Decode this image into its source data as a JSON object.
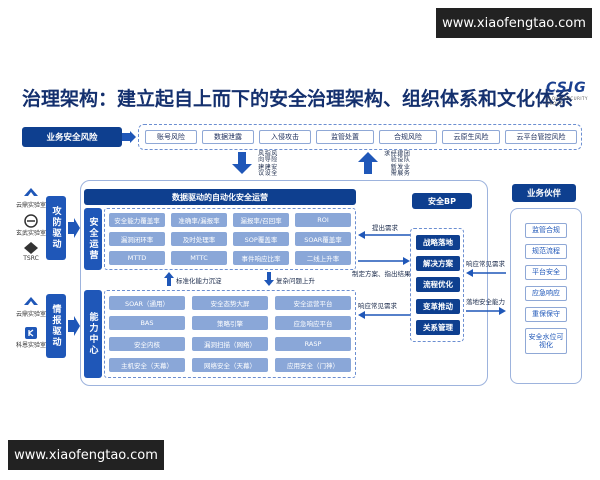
{
  "watermark_top": "www.xiaofengtao.com",
  "watermark_bottom": "www.xiaofengtao.com",
  "title": "治理架构：建立起自上而下的安全治理架构、组织体系和文化体系",
  "logo": {
    "text": "CSIG",
    "sub": "CLOUD SECURITY GROUP"
  },
  "risk": {
    "label": "业务安全风险",
    "items": [
      "账号风险",
      "数据泄露",
      "入侵攻击",
      "监管处置",
      "合规风险",
      "云原生风险",
      "云平台管控风险"
    ]
  },
  "arrows_top": {
    "down_note": "风险 安全 指导 建设 风向 建议",
    "up_note": "团队 业务 建设 发展 经验 新需求"
  },
  "labs": [
    {
      "name": "云鼎实验室",
      "icon": "cloud-lab-icon"
    },
    {
      "name": "玄武实验室",
      "icon": "xuanwu-lab-icon"
    },
    {
      "name": "TSRC",
      "icon": "tsrc-icon"
    },
    {
      "name": "云鼎实验室",
      "icon": "cloud-lab-icon"
    },
    {
      "name": "科恩实验室",
      "icon": "keen-lab-icon"
    }
  ],
  "drivers": {
    "attack": "攻防驱动",
    "intel": "情报驱动"
  },
  "data_driven": "数据驱动的自动化安全运营",
  "security_ops": {
    "label": "安全运营",
    "cells": [
      "安全能力覆盖率",
      "准确率/漏报率",
      "漏报率/召回率",
      "ROI",
      "漏洞闭环率",
      "及时处理率",
      "SOP覆盖率",
      "SOAR覆盖率",
      "MTTD",
      "MTTC",
      "事件响应比率",
      "二线上升率"
    ]
  },
  "mid_notes": {
    "left": "标准化能力沉淀",
    "right": "复杂问题上升"
  },
  "capability": {
    "label": "能力中心",
    "cells": [
      "SOAR（通用）",
      "安全态势大屏",
      "安全运营平台",
      "BAS",
      "策略引擎",
      "应急响应平台",
      "安全内核",
      "漏洞扫描（网络）",
      "RASP",
      "主机安全（天幕）",
      "网络安全（天幕）",
      "应用安全（门神）"
    ]
  },
  "bp": {
    "label": "安全BP",
    "items": [
      "战略落地",
      "解决方案",
      "流程优化",
      "变革推动",
      "关系管理"
    ]
  },
  "flow_notes": {
    "raise_need": "提出需求",
    "plan": "制定方案、指出结果",
    "respond": "响应常见需求",
    "respond2": "响应常见需求",
    "land": "落地安全能力"
  },
  "partner": {
    "label": "业务伙伴",
    "items": [
      "监管合规",
      "规范流程",
      "平台安全",
      "应急响应",
      "重保保守",
      "安全水位可视化"
    ]
  }
}
